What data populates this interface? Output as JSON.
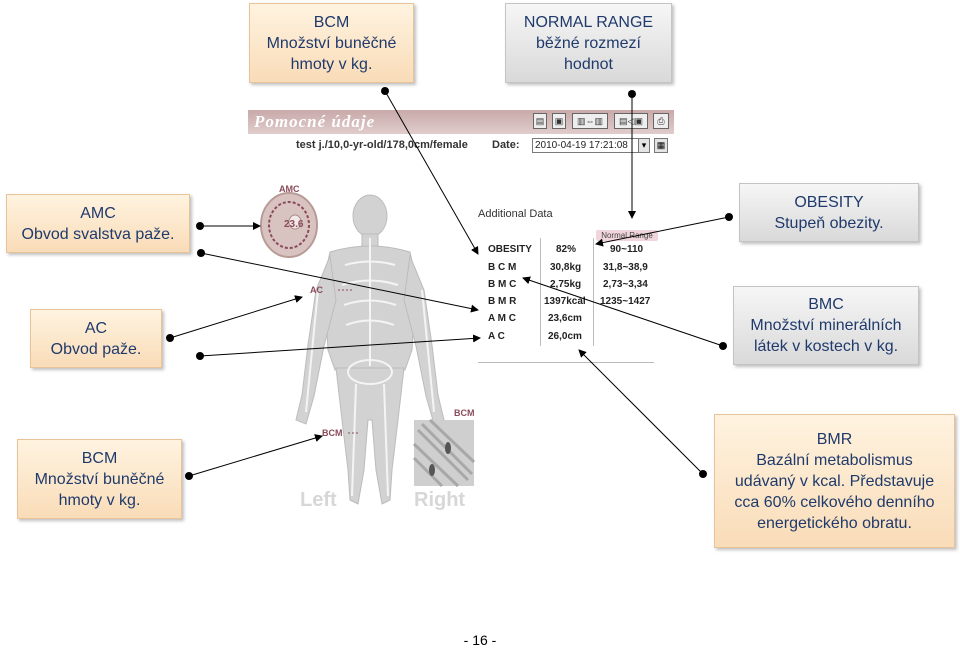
{
  "callouts": {
    "bcm_top": {
      "line1": "BCM",
      "line2": "Množství buněčné",
      "line3": "hmoty v kg."
    },
    "normal_range": {
      "line1": "NORMAL RANGE",
      "line2": "běžné rozmezí",
      "line3": "hodnot"
    },
    "amc": {
      "line1": "AMC",
      "line2": "Obvod svalstva paže."
    },
    "obesity": {
      "line1": "OBESITY",
      "line2": "Stupeň obezity."
    },
    "ac": {
      "line1": "AC",
      "line2": "Obvod paže."
    },
    "bmc": {
      "line1": "BMC",
      "line2": "Množství minerálních",
      "line3": "látek v kostech v kg."
    },
    "bcm_bottom": {
      "line1": "BCM",
      "line2": "Množství buněčné",
      "line3": "hmoty v kg."
    },
    "bmr": {
      "line1": "BMR",
      "line2": "Bazální metabolismus",
      "line3": "udávaný v kcal. Představuje",
      "line4": "cca 60% celkového denního",
      "line5": "energetického obratu."
    }
  },
  "screenshot": {
    "header_title": "Pomocné  údaje",
    "subject": "test j./10,0-yr-old/178,0cm/female",
    "date_label": "Date:",
    "date_value": "2010-04-19 17:21:08",
    "additional_data_title": "Additional Data",
    "normal_range_header": "Normal Range",
    "figure_labels": {
      "amc": "AMC",
      "amc_value": "23.6",
      "ac": "AC",
      "bcm": "BCM",
      "bcm_micro": "BCM",
      "left": "Left",
      "right": "Right"
    },
    "rows": [
      {
        "label": "OBESITY",
        "value": "82%",
        "range": "90~110"
      },
      {
        "label": "B C M",
        "value": "30,8kg",
        "range": "31,8~38,9"
      },
      {
        "label": "B M C",
        "value": "2,75kg",
        "range": "2,73~3,34"
      },
      {
        "label": "B M R",
        "value": "1397kcal",
        "range": "1235~1427"
      },
      {
        "label": "A M C",
        "value": "23,6cm",
        "range": ""
      },
      {
        "label": "A    C",
        "value": "26,0cm",
        "range": ""
      }
    ]
  },
  "page_number": "- 16 -"
}
